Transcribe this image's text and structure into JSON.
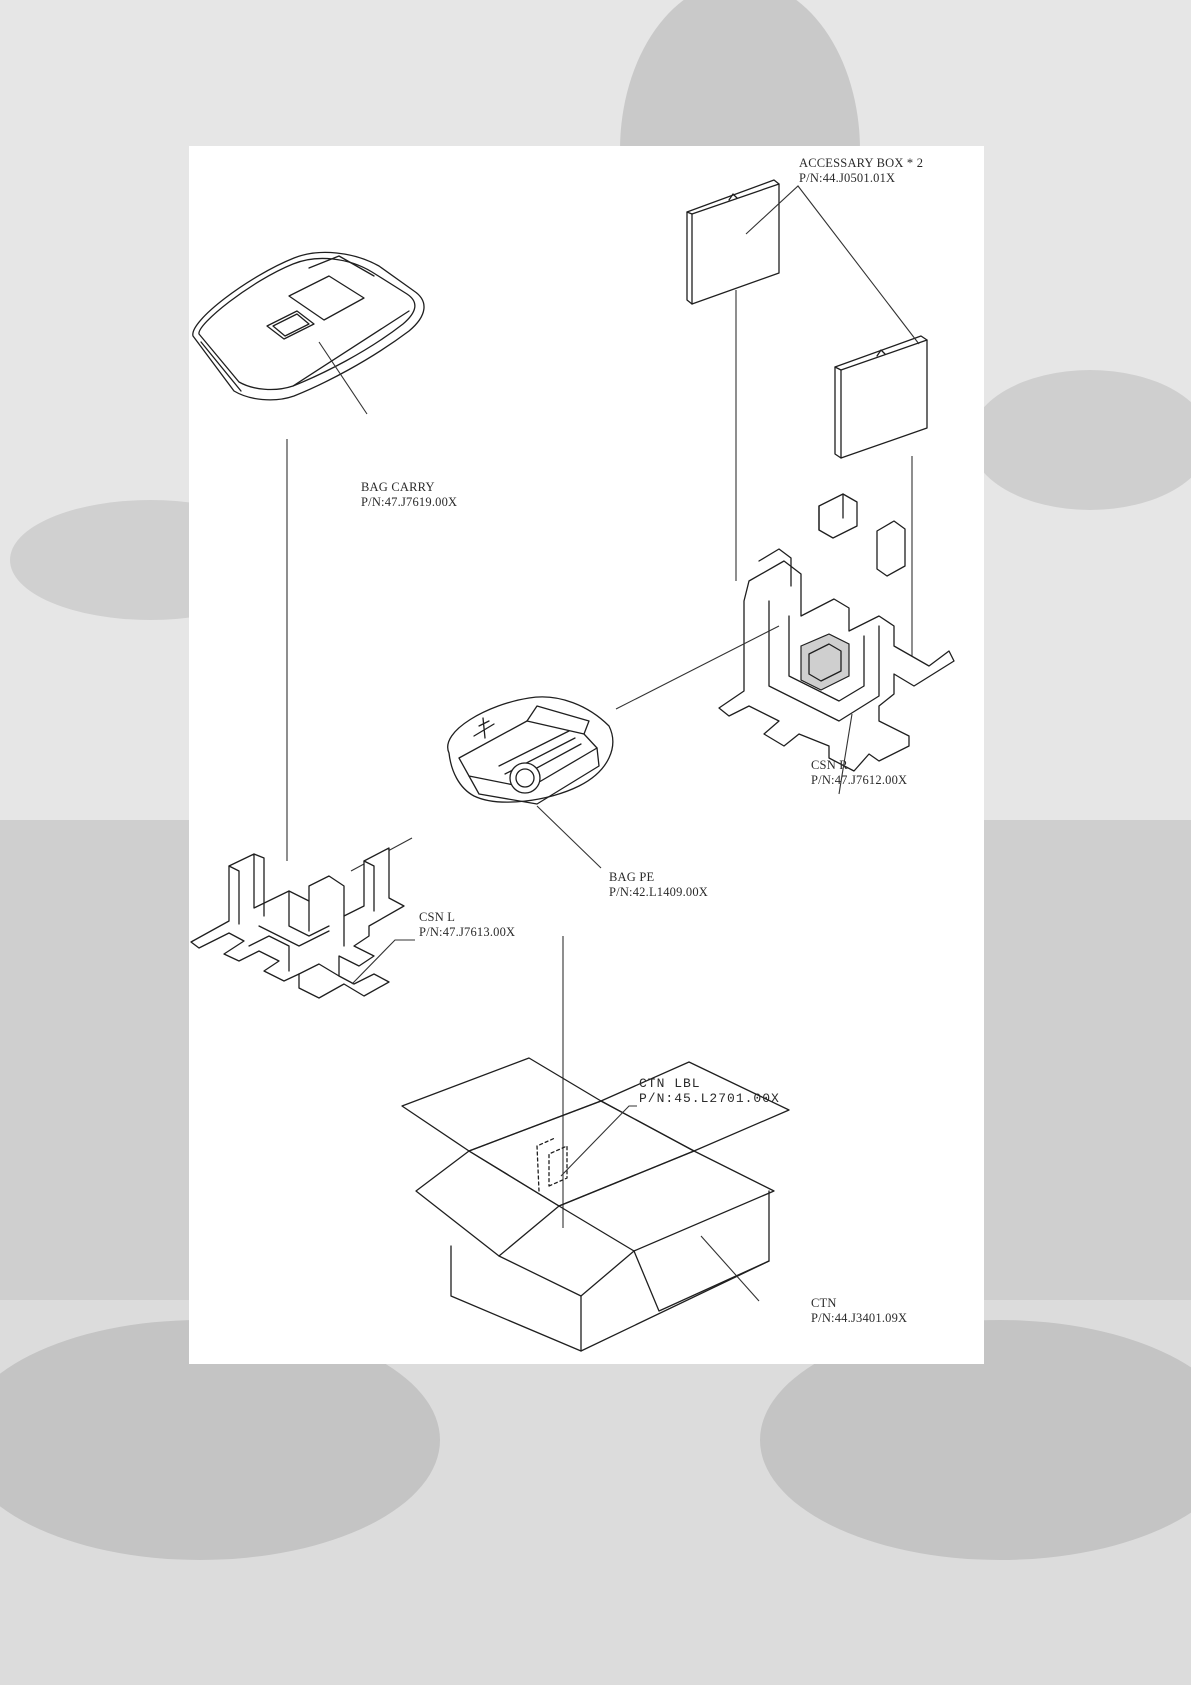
{
  "labels": {
    "accessory_box": {
      "name": "ACCESSARY  BOX  * 2",
      "pn": "P/N:44.J0501.01X"
    },
    "bag_carry": {
      "name": "BAG CARRY",
      "pn": "P/N:47.J7619.00X"
    },
    "csn_r": {
      "name": "CSN R",
      "pn": "P/N:47.J7612.00X"
    },
    "bag_pe": {
      "name": "BAG PE",
      "pn": "P/N:42.L1409.00X"
    },
    "csn_l": {
      "name": "CSN L",
      "pn": "P/N:47.J7613.00X"
    },
    "ctn_lbl": {
      "name": "CTN  LBL",
      "pn": "P/N:45.L2701.00X"
    },
    "ctn": {
      "name": "CTN",
      "pn": "P/N:44.J3401.09X"
    }
  },
  "colors": {
    "background": "#d9d9d9",
    "panel": "#ffffff",
    "ink": "#1f1f1f"
  }
}
